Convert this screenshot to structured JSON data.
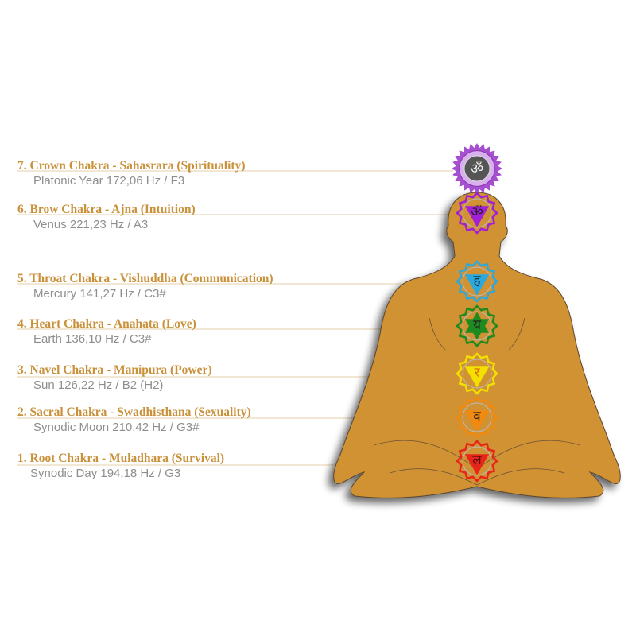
{
  "colors": {
    "body": "#d09232",
    "title": "#c8913a",
    "subtitle": "#8e8e8e",
    "rule": "#e6cfa8"
  },
  "chakras": [
    {
      "title": "7. Crown Chakra - Sahasrara (Spirituality)",
      "sub": "Platonic Year 172,06 Hz / F3",
      "color": "#a64fd0",
      "symbol": "ॐ"
    },
    {
      "title": "6. Brow Chakra - Ajna (Intuition)",
      "sub": "Venus 221,23 Hz / A3",
      "color": "#a21fd8",
      "symbol": "ॐ"
    },
    {
      "title": "5. Throat Chakra - Vishuddha (Communication)",
      "sub": "Mercury 141,27 Hz / C3#",
      "color": "#29a9e0",
      "symbol": "ह"
    },
    {
      "title": "4. Heart Chakra - Anahata (Love)",
      "sub": "Earth 136,10 Hz / C3#",
      "color": "#1f8a1f",
      "symbol": "य"
    },
    {
      "title": "3. Navel Chakra - Manipura (Power)",
      "sub": "Sun 126,22 Hz / B2 (H2)",
      "color": "#f3e000",
      "symbol": "र"
    },
    {
      "title": "2. Sacral Chakra - Swadhisthana (Sexuality)",
      "sub": "Synodic Moon 210,42 Hz / G3#",
      "color": "#f28a10",
      "symbol": "व"
    },
    {
      "title": "1. Root Chakra - Muladhara (Survival)",
      "sub": "Synodic Day 194,18 Hz / G3",
      "color": "#e8251a",
      "symbol": "ल"
    }
  ]
}
